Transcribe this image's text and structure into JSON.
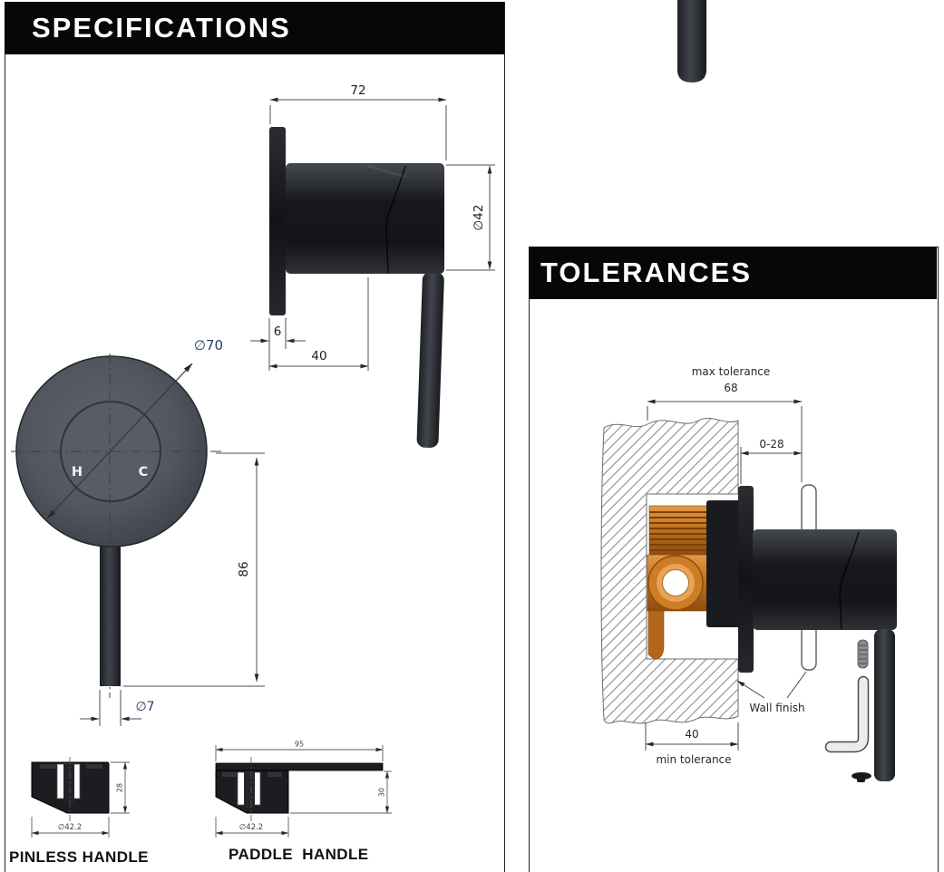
{
  "specifications_panel": {
    "title": "SPECIFICATIONS"
  },
  "tolerances_panel": {
    "title": "TOLERANCES"
  },
  "side_view": {
    "width_mm": "72",
    "diameter": "∅42",
    "flange_depth": "6",
    "body_depth": "40"
  },
  "front_view": {
    "plate_diameter": "∅70",
    "handle_length": "86",
    "handle_diameter": "∅7",
    "hot": "H",
    "cold": "C"
  },
  "pinless_handle": {
    "label": "PINLESS HANDLE",
    "height": "28",
    "diameter": "∅42.2"
  },
  "paddle_handle": {
    "label": "PADDLE  HANDLE",
    "length": "95",
    "height": "30",
    "diameter": "∅42.2"
  },
  "tolerance_view": {
    "max_tolerance_label": "max tolerance",
    "max_tolerance_value": "68",
    "plate_range": "0-28",
    "wall_finish_label": "Wall finish",
    "min_tolerance_value": "40",
    "min_tolerance_label": "min tolerance"
  },
  "colors": {
    "header_bg": "#070707",
    "header_text": "#ffffff",
    "copper": "#c9781f",
    "drawing_dark": "#1b1d21",
    "hatch_line": "#8e8e8e"
  }
}
